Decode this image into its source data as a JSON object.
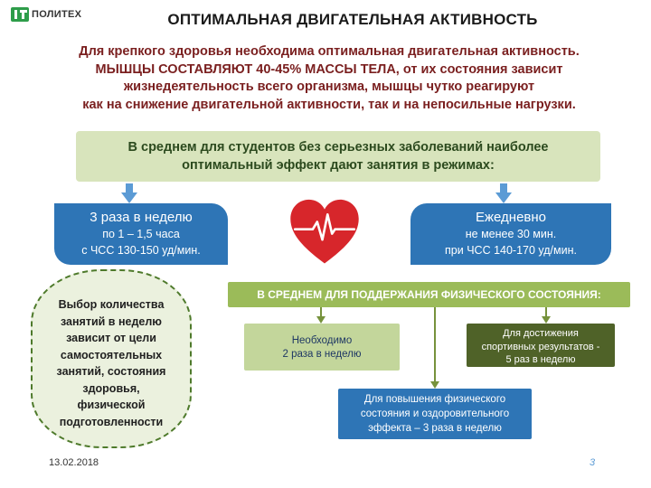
{
  "logo": {
    "text": "ПОЛИТЕХ",
    "icon": "politech-logo-icon"
  },
  "title": "ОПТИМАЛЬНАЯ ДВИГАТЕЛЬНАЯ АКТИВНОСТЬ",
  "intro": {
    "line1": "Для крепкого здоровья необходима оптимальная двигательная активность.",
    "line2": "МЫШЦЫ СОСТАВЛЯЮТ 40-45% МАССЫ ТЕЛА, от их состояния зависит",
    "line3": "жизнедеятельность всего организма, мышцы чутко реагируют",
    "line4": "как на снижение двигательной активности, так и на непосильные  нагрузки."
  },
  "banner": {
    "line1": "В среднем для студентов без серьезных заболеваний наиболее",
    "line2": "оптимальный эффект дают занятия в режимах:"
  },
  "left_box": {
    "title": "3 раза в неделю",
    "line1": "по 1 – 1,5 часа",
    "line2": "с  ЧСС 130-150 уд/мин."
  },
  "right_box": {
    "title": "Ежедневно",
    "line1": "не менее 30 мин.",
    "line2": "при ЧСС 140-170   уд/мин."
  },
  "heart_icon": "heart-pulse-icon",
  "oval": {
    "lines": [
      "Выбор количества",
      "занятий в неделю",
      "зависит от цели",
      "самостоятельных",
      "занятий,  состояния",
      "здоровья,",
      "физической",
      "подготовленности"
    ]
  },
  "green_bar": "В СРЕДНЕМ ДЛЯ ПОДДЕРЖАНИЯ ФИЗИЧЕСКОГО СОСТОЯНИЯ:",
  "box_needed": {
    "line1": "Необходимо",
    "line2": "2 раза в неделю"
  },
  "box_sport": {
    "line1": "Для достижения",
    "line2": "спортивных результатов -",
    "line3": "5 раз в неделю"
  },
  "box_health": {
    "line1": "Для повышения физического",
    "line2": "состояния и оздоровительного",
    "line3": "эффекта – 3 раза в неделю"
  },
  "footer": {
    "date": "13.02.2018",
    "page": "3"
  },
  "colors": {
    "accent_blue": "#2e75b6",
    "accent_green": "#9bbb59",
    "intro_text": "#7a1f1f",
    "heart_red": "#d7262b"
  }
}
